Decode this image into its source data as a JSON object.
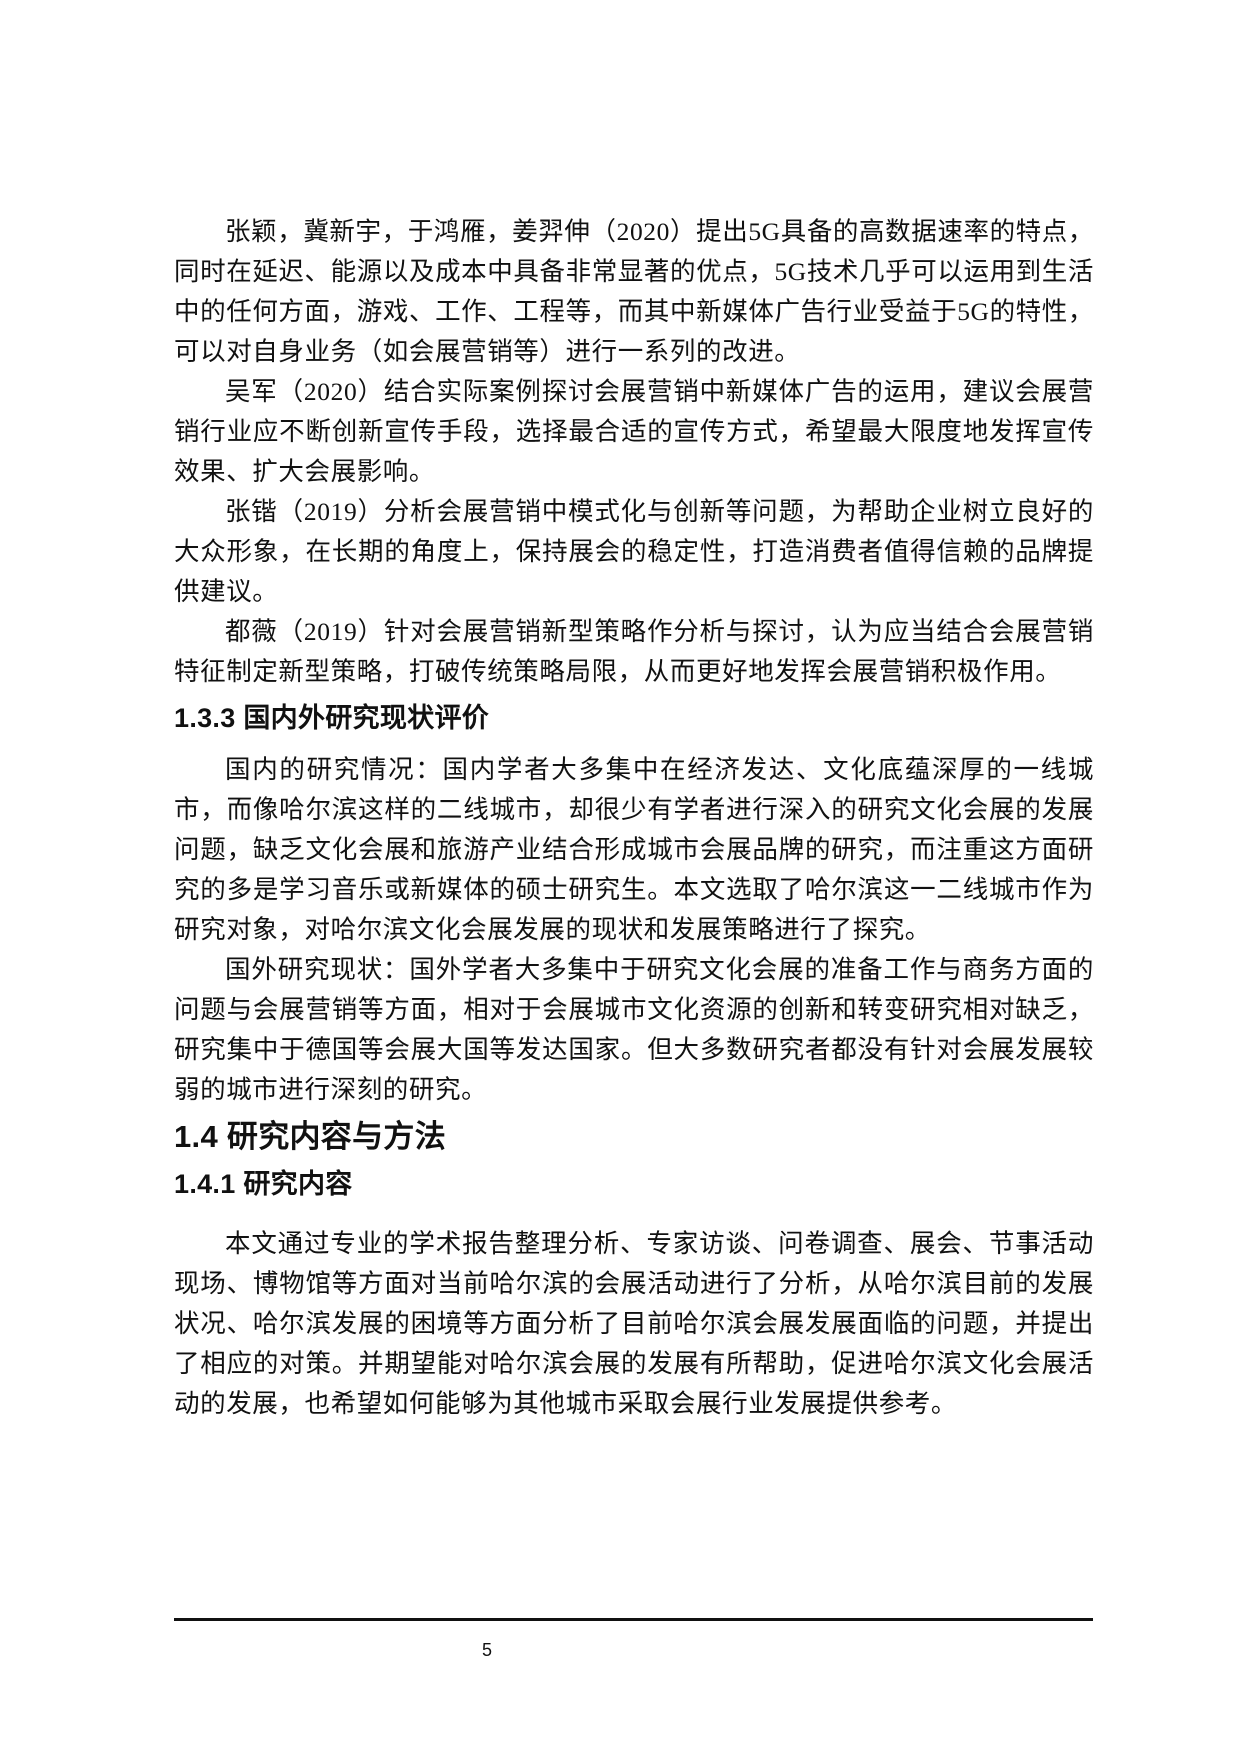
{
  "document": {
    "blocks": [
      {
        "type": "paragraph",
        "text": "张颖，冀新宇，于鸿雁，姜羿伸（2020）提出5G具备的高数据速率的特点，同时在延迟、能源以及成本中具备非常显著的优点，5G技术几乎可以运用到生活中的任何方面，游戏、工作、工程等，而其中新媒体广告行业受益于5G的特性，可以对自身业务（如会展营销等）进行一系列的改进。"
      },
      {
        "type": "paragraph",
        "text": "吴军（2020）结合实际案例探讨会展营销中新媒体广告的运用，建议会展营销行业应不断创新宣传手段，选择最合适的宣传方式，希望最大限度地发挥宣传效果、扩大会展影响。"
      },
      {
        "type": "paragraph",
        "text": "张锴（2019）分析会展营销中模式化与创新等问题，为帮助企业树立良好的大众形象，在长期的角度上，保持展会的稳定性，打造消费者值得信赖的品牌提供建议。"
      },
      {
        "type": "paragraph",
        "text": "都薇（2019）针对会展营销新型策略作分析与探讨，认为应当结合会展营销特征制定新型策略，打破传统策略局限，从而更好地发挥会展营销积极作用。"
      },
      {
        "type": "heading3",
        "text": "1.3.3 国内外研究现状评价"
      },
      {
        "type": "paragraph",
        "text": "国内的研究情况：国内学者大多集中在经济发达、文化底蕴深厚的一线城市，而像哈尔滨这样的二线城市，却很少有学者进行深入的研究文化会展的发展问题，缺乏文化会展和旅游产业结合形成城市会展品牌的研究，而注重这方面研究的多是学习音乐或新媒体的硕士研究生。本文选取了哈尔滨这一二线城市作为研究对象，对哈尔滨文化会展发展的现状和发展策略进行了探究。"
      },
      {
        "type": "paragraph",
        "text": "国外研究现状：国外学者大多集中于研究文化会展的准备工作与商务方面的问题与会展营销等方面，相对于会展城市文化资源的创新和转变研究相对缺乏，研究集中于德国等会展大国等发达国家。但大多数研究者都没有针对会展发展较弱的城市进行深刻的研究。"
      },
      {
        "type": "heading2",
        "text": "1.4 研究内容与方法"
      },
      {
        "type": "heading3b",
        "text": "1.4.1 研究内容"
      },
      {
        "type": "paragraph",
        "text": "本文通过专业的学术报告整理分析、专家访谈、问卷调查、展会、节事活动现场、博物馆等方面对当前哈尔滨的会展活动进行了分析，从哈尔滨目前的发展状况、哈尔滨发展的困境等方面分析了目前哈尔滨会展发展面临的问题，并提出了相应的对策。并期望能对哈尔滨会展的发展有所帮助，促进哈尔滨文化会展活动的发展，也希望如何能够为其他城市采取会展行业发展提供参考。"
      }
    ]
  },
  "footer": {
    "page_number": "5"
  }
}
